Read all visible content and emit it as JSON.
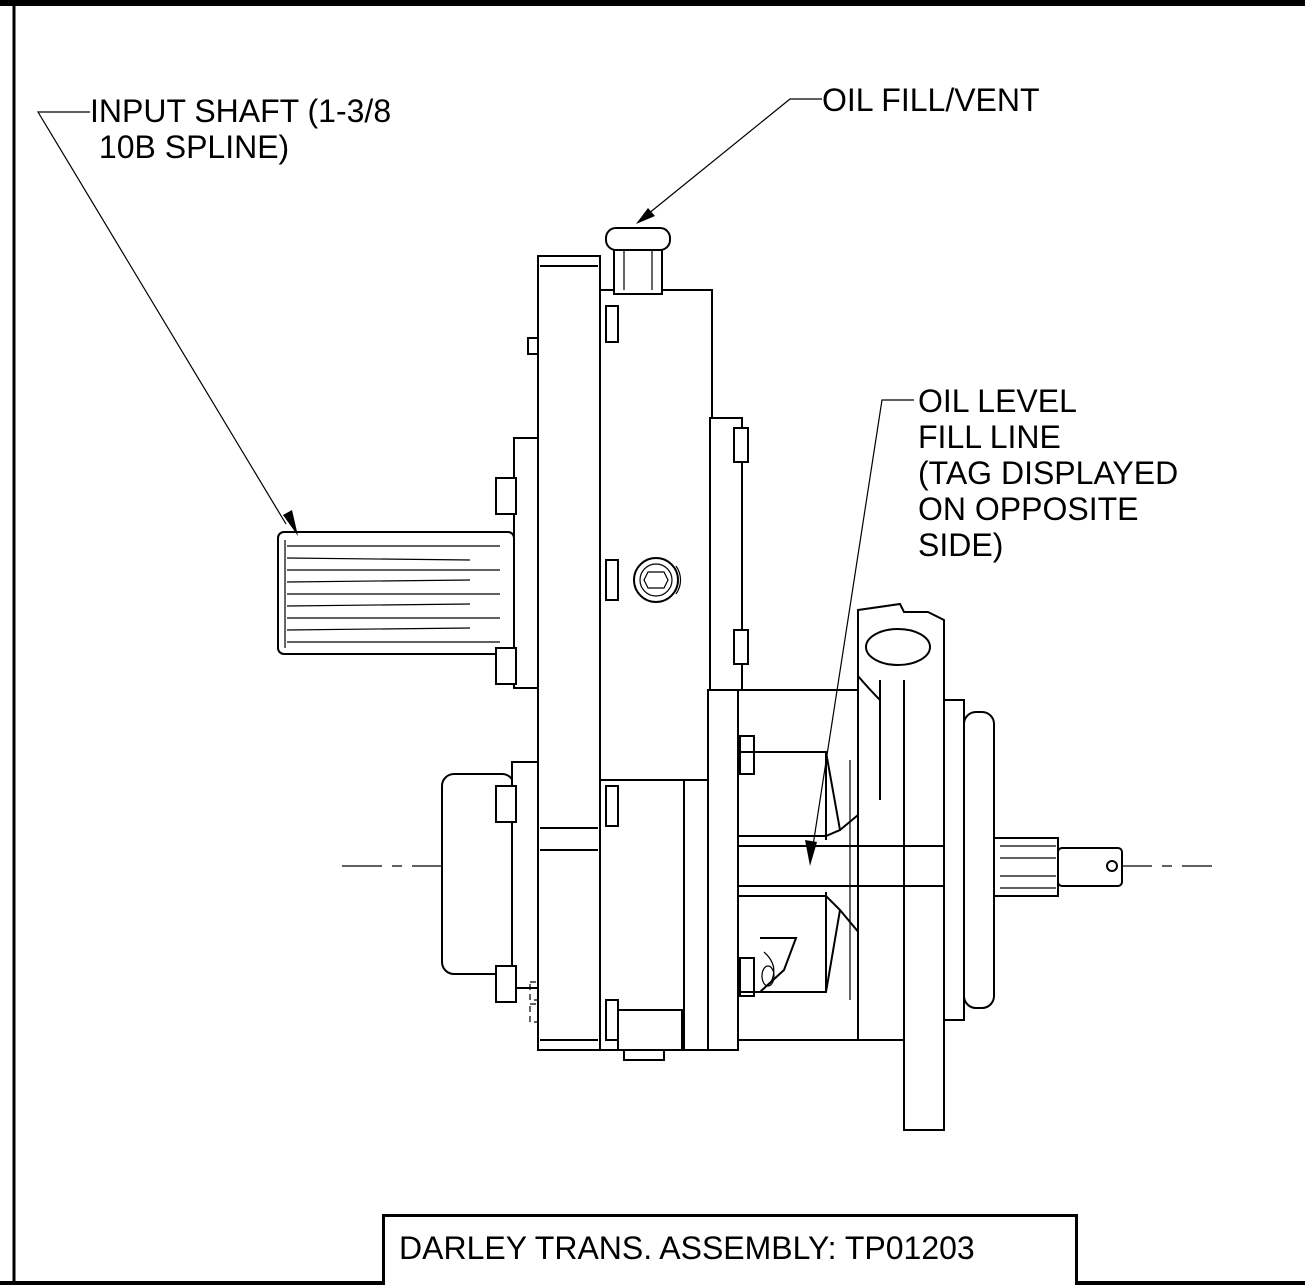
{
  "callouts": {
    "input_shaft": "INPUT SHAFT (1-3/8\n 10B SPLINE)",
    "oil_fill": "OIL FILL/VENT",
    "oil_level": "OIL LEVEL\nFILL LINE\n(TAG DISPLAYED\nON OPPOSITE\nSIDE)"
  },
  "title_block": {
    "text": "DARLEY TRANS. ASSEMBLY: TP01203"
  }
}
